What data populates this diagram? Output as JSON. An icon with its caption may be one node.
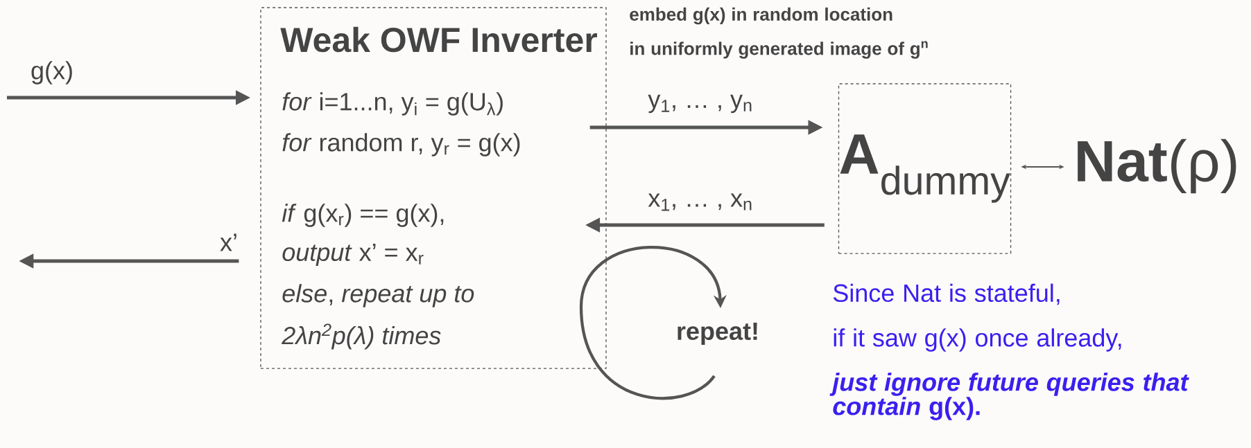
{
  "diagram": {
    "nodes": [
      {
        "text": [
          "Weak OWF Inverter",
          "*for* i=1...n, y$_{i}$ = g(U$_{λ}$)",
          "*for* random r, y$_{r}$ = g(x)",
          "*if* g(x$_{r}$) == g(x),",
          "*output* x’ = x$_{r}$",
          "*else*, *repeat up to*",
          "2λn$^{2}$p(λ) times"
        ]
      },
      {
        "text": [
          "**A**$_{dummy}$"
        ]
      },
      {
        "text": [
          "**Nat**(ρ)"
        ]
      }
    ],
    "edges": [
      {
        "from": null,
        "to": 0,
        "arrow": "to",
        "label": "g(x)"
      },
      {
        "from": 0,
        "to": null,
        "arrow": "to",
        "label": "x’"
      },
      {
        "from": 0,
        "to": 1,
        "arrow": "to",
        "label": "y$_{1}$, … , y$_{n}$"
      },
      {
        "from": 1,
        "to": 0,
        "arrow": "to",
        "label": "x$_{1}$, … , x$_{n}$"
      },
      {
        "from": 1,
        "to": 2,
        "arrow": "both"
      }
    ],
    "labels": [
      "embed g(x) in random location",
      "in uniformly generated image of g$^{n}$",
      "repeat!",
      "Since Nat is stateful,",
      "if it saw g(x) once already,",
      "*just ignore future queries that contain* g(x)."
    ]
  }
}
